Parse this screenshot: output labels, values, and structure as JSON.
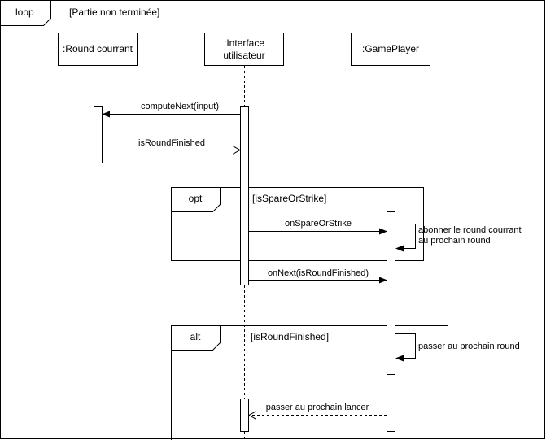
{
  "loop_fragment": {
    "operator": "loop",
    "guard": "[Partie non terminée]"
  },
  "lifelines": {
    "round": ":Round courrant",
    "ui_line1": ":Interface",
    "ui_line2": "utilisateur",
    "gameplayer": ":GamePlayer"
  },
  "messages": {
    "compute_next": "computeNext(input)",
    "is_round_finished": "isRoundFinished",
    "on_spare_or_strike": "onSpareOrStrike",
    "self_subscribe_line1": "abonner le round courrant",
    "self_subscribe_line2": " au prochain round",
    "on_next": "onNext(isRoundFinished)",
    "self_next_round": "passer au prochain round",
    "next_throw": "passer au prochain lancer"
  },
  "opt_fragment": {
    "operator": "opt",
    "guard": "[isSpareOrStrike]"
  },
  "alt_fragment": {
    "operator": "alt",
    "guard": "[isRoundFinished]"
  },
  "colors": {
    "stroke": "#000000",
    "background": "#ffffff"
  }
}
